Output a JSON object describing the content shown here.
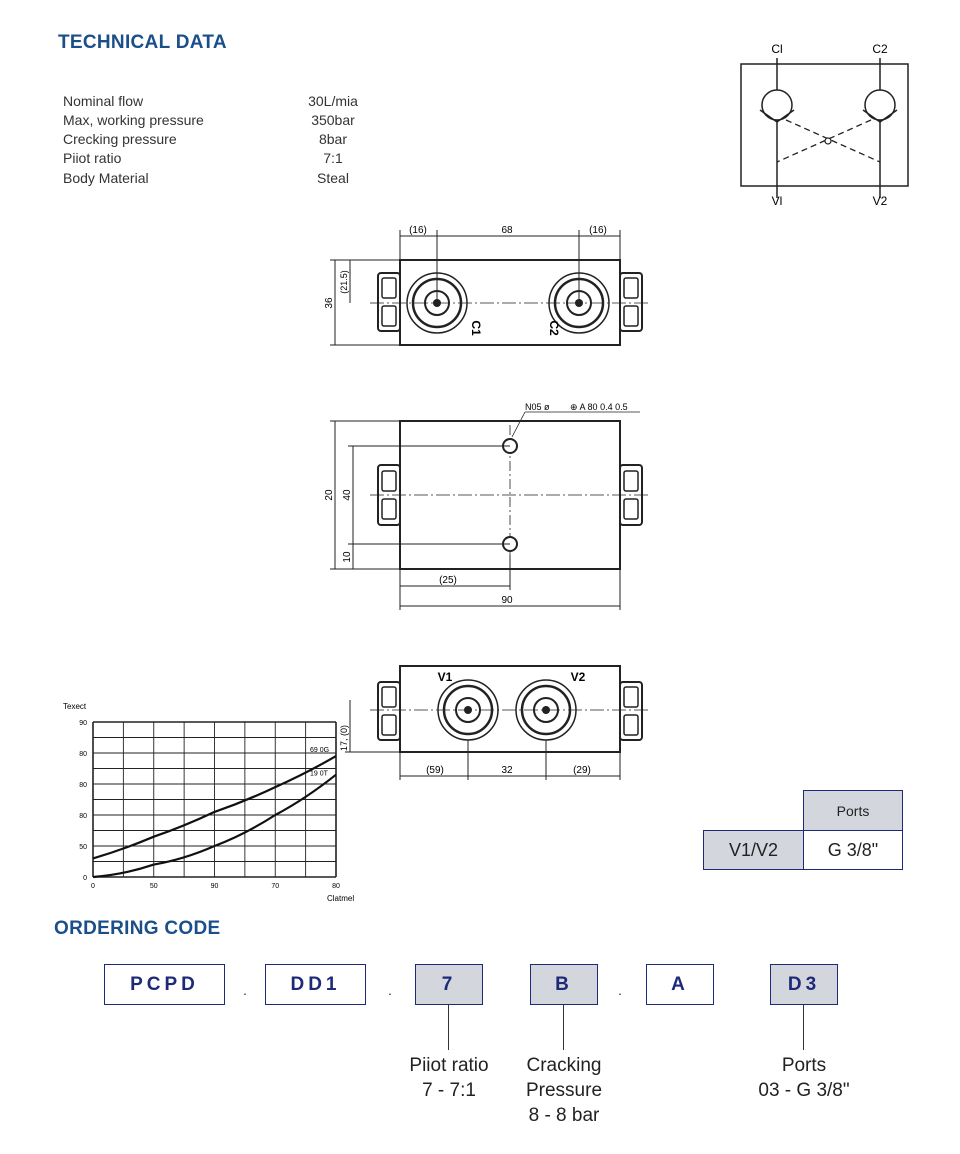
{
  "technical_data": {
    "heading": "TECHNICAL DATA",
    "rows": [
      {
        "label": "Nominal flow",
        "value": "30L/mia"
      },
      {
        "label": "Max, working pressure",
        "value": "350bar"
      },
      {
        "label": "Crecking pressure",
        "value": "8bar"
      },
      {
        "label": "Piiot ratio",
        "value": "7:1"
      },
      {
        "label": "Body Material",
        "value": "Steal"
      }
    ]
  },
  "schematic": {
    "labels": {
      "c1": "Cl",
      "c2": "C2",
      "v1": "Vl",
      "v2": "V2"
    }
  },
  "drawing_top": {
    "dims": {
      "left": "(16)",
      "middle": "68",
      "right": "(16)",
      "height": "36",
      "offset": "(21.5)"
    },
    "port_marks": {
      "c1": "C1",
      "c2": "C2"
    }
  },
  "drawing_middle": {
    "callout": "N05 ø",
    "callout2": "⊕ A 80 0.4 0.5",
    "dims": {
      "total_h": "20",
      "inner_h": "40",
      "bottom_h": "10",
      "left_w": "(25)",
      "total_w": "90"
    }
  },
  "drawing_bottom": {
    "port_labels": {
      "v1": "V1",
      "v2": "V2"
    },
    "dims": {
      "left": "(59)",
      "middle": "32",
      "right": "(29)",
      "height": "17, (0)"
    }
  },
  "chart_data": {
    "type": "line",
    "title": "",
    "ylabel": "Texect",
    "xlabel": "Clatmel",
    "x_ticks": [
      "0",
      "50",
      "90",
      "70",
      "80"
    ],
    "y_ticks": [
      "0",
      "50",
      "80",
      "80",
      "80",
      "90"
    ],
    "series": [
      {
        "name": "69 0G",
        "x": [
          0,
          1,
          2,
          3,
          4
        ],
        "y": [
          0.6,
          1.3,
          2.1,
          2.9,
          3.9
        ]
      },
      {
        "name": "19 0T",
        "x": [
          0,
          1,
          2,
          3,
          4
        ],
        "y": [
          0.0,
          0.4,
          1.0,
          2.0,
          3.3
        ]
      }
    ]
  },
  "ports_table": {
    "header": "Ports",
    "row_label": "V1/V2",
    "row_value": "G 3/8\""
  },
  "ordering": {
    "heading": "ORDERING CODE",
    "codes": [
      "PCPD",
      "DD1",
      "7",
      "B",
      "A",
      "D3"
    ],
    "separator": ".",
    "legends": {
      "pilot": {
        "title": "Piiot ratio",
        "value": "7 - 7:1"
      },
      "cracking": {
        "title": "Cracking",
        "title2": "Pressure",
        "value": "8 - 8 bar"
      },
      "ports": {
        "title": "Ports",
        "value": "03 - G 3/8\""
      }
    }
  }
}
